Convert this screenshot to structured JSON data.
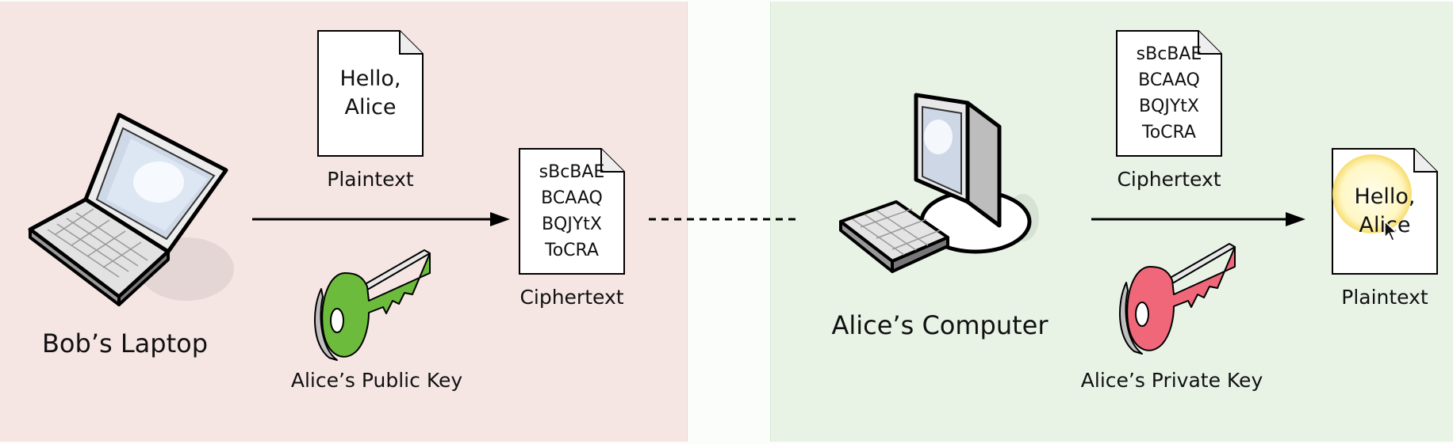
{
  "left_panel": {
    "color": "#f5e6e4",
    "device_label": "Bob’s Laptop",
    "plaintext_doc": {
      "lines": [
        "Hello,",
        "Alice"
      ],
      "caption": "Plaintext"
    },
    "ciphertext_doc": {
      "lines": [
        "sBcBAE",
        "BCAAQ",
        "BQJYtX",
        "ToCRA"
      ],
      "caption": "Ciphertext"
    },
    "key": {
      "label": "Alice’s Public Key",
      "color": "#6cbb3c",
      "icon": "key-icon"
    }
  },
  "right_panel": {
    "color": "#e8f3e6",
    "device_label": "Alice’s Computer",
    "ciphertext_doc": {
      "lines": [
        "sBcBAE",
        "BCAAQ",
        "BQJYtX",
        "ToCRA"
      ],
      "caption": "Ciphertext"
    },
    "plaintext_doc": {
      "lines": [
        "Hello,",
        "Alice"
      ],
      "caption": "Plaintext"
    },
    "key": {
      "label": "Alice’s Private Key",
      "color": "#f0677a",
      "icon": "key-icon"
    }
  }
}
